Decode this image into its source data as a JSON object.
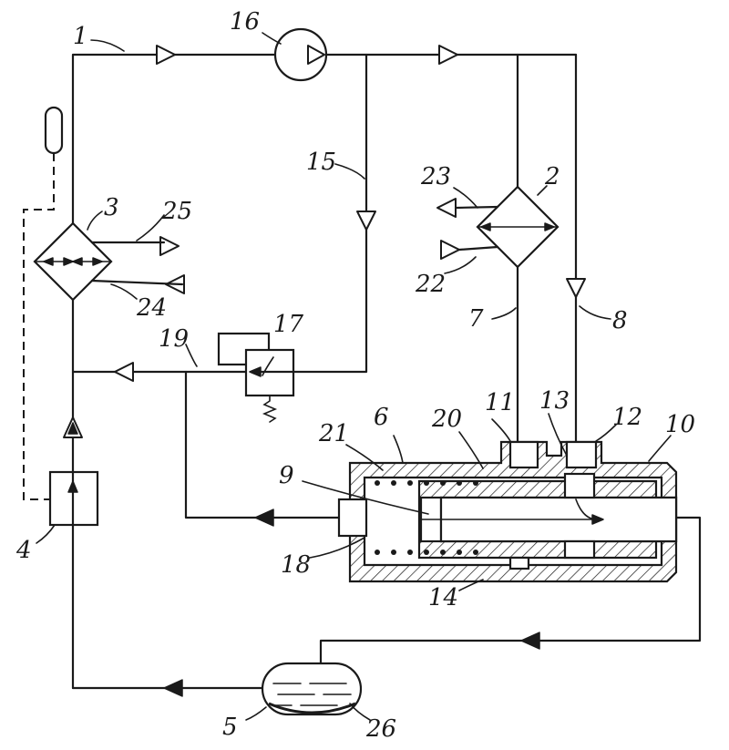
{
  "labels": {
    "n1": "1",
    "n2": "2",
    "n3": "3",
    "n4": "4",
    "n5": "5",
    "n6": "6",
    "n7": "7",
    "n8": "8",
    "n9": "9",
    "n10": "10",
    "n11": "11",
    "n12": "12",
    "n13": "13",
    "n14": "14",
    "n15": "15",
    "n16": "16",
    "n17": "17",
    "n18": "18",
    "n19": "19",
    "n20": "20",
    "n21": "21",
    "n22": "22",
    "n23": "23",
    "n24": "24",
    "n25": "25",
    "n26": "26"
  }
}
